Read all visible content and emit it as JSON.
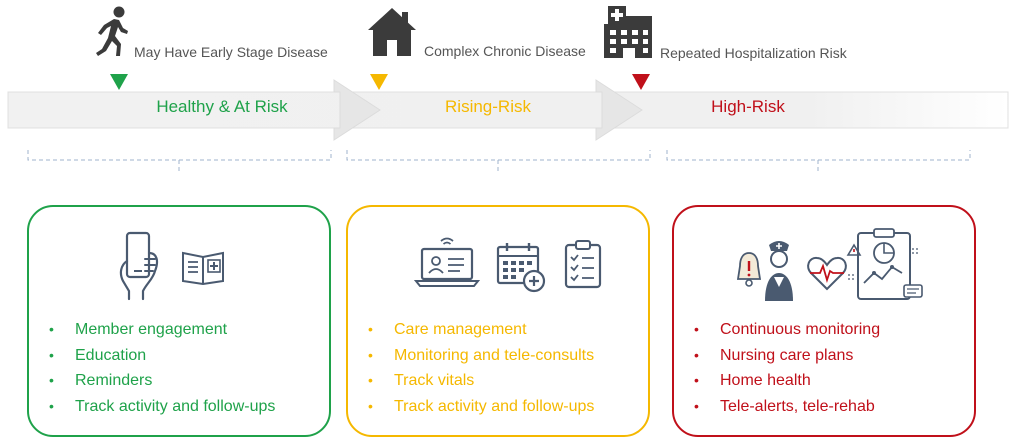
{
  "colors": {
    "green": "#1fa24a",
    "yellow": "#f5b800",
    "red": "#c0101a",
    "band": "#eeeeee",
    "icon_dark": "#3b3b3b",
    "icon_line": "#4a5a70",
    "dashed": "#9fb3cc"
  },
  "stages": [
    {
      "id": "healthy",
      "header": "May Have Early Stage Disease",
      "header_icon": "running-person-icon",
      "label": "Healthy & At Risk",
      "color": "green",
      "card_icons": [
        "smartphone-hand-icon",
        "medical-booklet-icon"
      ],
      "items": [
        "Member engagement",
        "Education",
        "Reminders",
        "Track activity and follow-ups"
      ]
    },
    {
      "id": "rising",
      "header": "Complex Chronic Disease",
      "header_icon": "house-icon",
      "label": "Rising-Risk",
      "color": "yellow",
      "card_icons": [
        "laptop-profile-icon",
        "calendar-plus-icon",
        "clipboard-checklist-icon"
      ],
      "items": [
        "Care management",
        "Monitoring and tele-consults",
        "Track vitals",
        "Track activity and follow-ups"
      ]
    },
    {
      "id": "high",
      "header": "Repeated Hospitalization Risk",
      "header_icon": "hospital-building-icon",
      "label": "High-Risk",
      "color": "red",
      "card_icons": [
        "alert-bell-icon",
        "nurse-icon",
        "heart-pulse-icon",
        "monitoring-chart-icon"
      ],
      "items": [
        "Continuous monitoring",
        "Nursing care plans",
        "Home health",
        "Tele-alerts, tele-rehab"
      ]
    }
  ],
  "bullet": "•"
}
